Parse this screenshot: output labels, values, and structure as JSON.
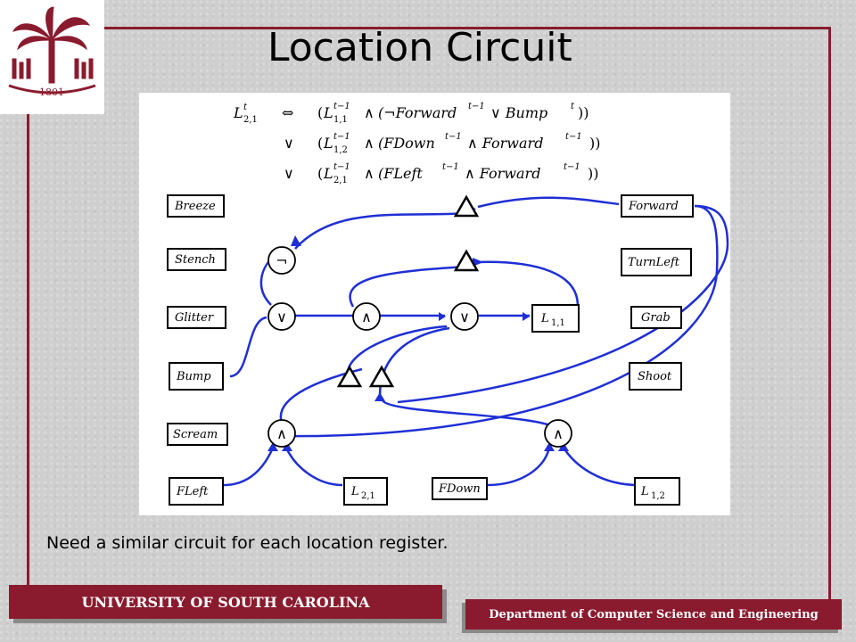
{
  "slide": {
    "title": "Location Circuit",
    "caption": "Need a similar circuit for each location register."
  },
  "footer": {
    "left": "UNIVERSITY OF SOUTH CAROLINA",
    "right": "Department of Computer Science and Engineering"
  },
  "logo": {
    "year": "1801"
  },
  "formula": {
    "lhs": "L",
    "lhs_sup": "t",
    "lhs_sub": "2,1",
    "iff": "⇔",
    "or": "∨",
    "line1": {
      "reg": "L",
      "reg_sup": "t−1",
      "reg_sub": "1,1",
      "and": "∧",
      "body": "(¬Forward",
      "body_sup": "t−1",
      "tail": "∨ Bump",
      "tail_sup": "t",
      "close": "))"
    },
    "line2": {
      "reg": "L",
      "reg_sup": "t−1",
      "reg_sub": "1,2",
      "and": "∧",
      "body": "(FDown",
      "body_sup": "t−1",
      "tail": "∧ Forward",
      "tail_sup": "t−1",
      "close": "))"
    },
    "line3": {
      "reg": "L",
      "reg_sup": "t−1",
      "reg_sub": "2,1",
      "and": "∧",
      "body": "(FLeft",
      "body_sup": "t−1",
      "tail": "∧ Forward",
      "tail_sup": "t−1",
      "close": "))"
    }
  },
  "nodes": {
    "breeze": "Breeze",
    "stench": "Stench",
    "glitter": "Glitter",
    "bump": "Bump",
    "scream": "Scream",
    "fleft": "FLeft",
    "forward": "Forward",
    "turnleft": "TurnLeft",
    "grab": "Grab",
    "shoot": "Shoot",
    "l21_main": "L",
    "l21_sub": "2,1",
    "fdown": "FDown",
    "l12_main": "L",
    "l12_sub": "1,2",
    "l11_main": "L",
    "l11_sub": "1,1"
  },
  "gates": {
    "not": "¬",
    "or": "∨",
    "and": "∧"
  },
  "colors": {
    "wire": "#1f2fd6",
    "accent": "#8a1b2e"
  }
}
